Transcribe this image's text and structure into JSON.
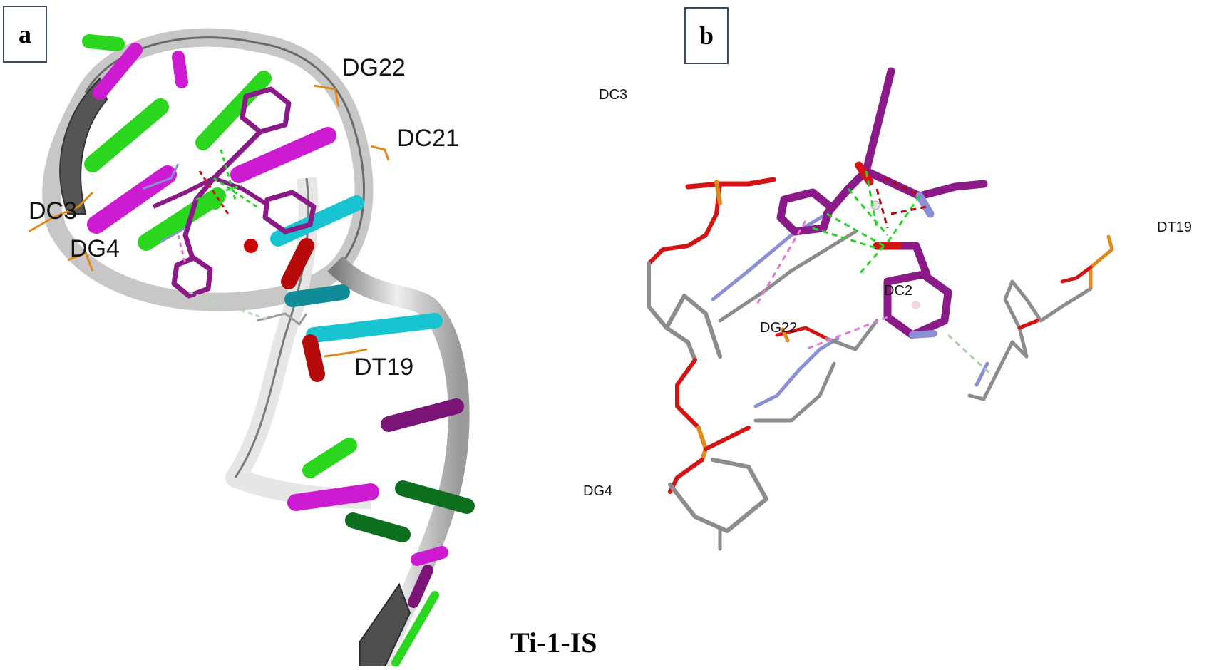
{
  "panels": {
    "a": {
      "tag": "a",
      "labels": {
        "dg22": "DG22",
        "dc21": "DC21",
        "dc3": "DC3",
        "dg4": "DG4",
        "dt19": "DT19"
      }
    },
    "b": {
      "tag": "b",
      "labels": {
        "dc3": "DC3",
        "dt19": "DT19",
        "dc2": "DC2",
        "dg22": "DG22",
        "dg4": "DG4"
      }
    }
  },
  "caption": "Ti-1-IS",
  "colors": {
    "ribbon": "#d9d9d9",
    "ribbon_dark": "#5a5a5a",
    "base_green": "#2bd61e",
    "base_darkgreen": "#0c6f1d",
    "base_magenta": "#cc1bd1",
    "base_purple": "#7a1577",
    "base_cyan": "#17c4cf",
    "base_teal": "#0f8c95",
    "base_red": "#b40a0a",
    "ligand": "#8a1a87",
    "bond_gray": "#8c8c8c",
    "oxygen": "#d21414",
    "nitrogen": "#8a8fd6",
    "phosphorus": "#e08a1e",
    "hbond": "#27d327"
  }
}
